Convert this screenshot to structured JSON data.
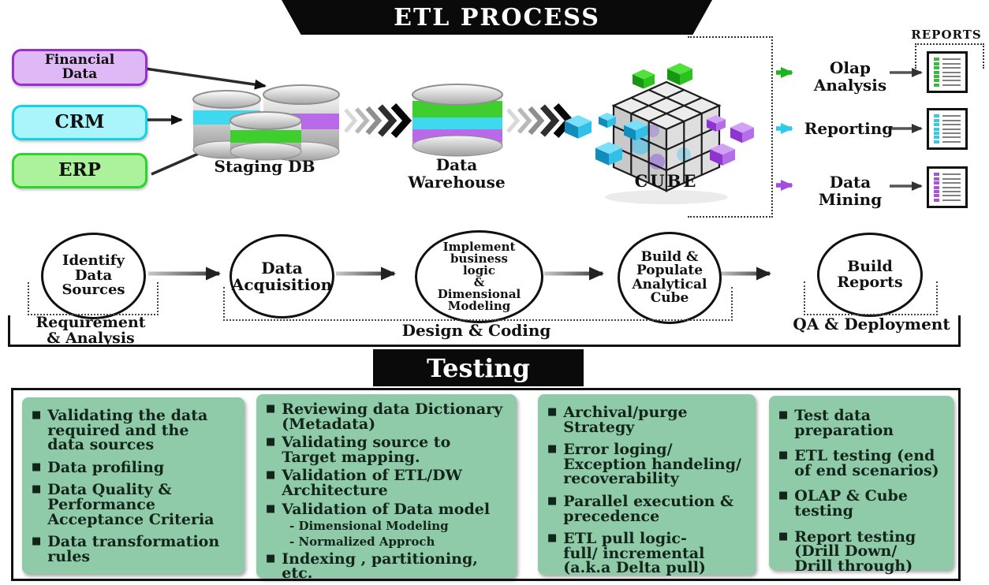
{
  "title": "ETL PROCESS",
  "sources": [
    {
      "label": "Financial\nData",
      "fill": "#dfb9f5",
      "border": "#9a2fd0"
    },
    {
      "label": "CRM",
      "fill": "#aaf4fb",
      "border": "#10d3e8"
    },
    {
      "label": "ERP",
      "fill": "#abf29b",
      "border": "#2bd52b"
    }
  ],
  "staging": {
    "label": "Staging DB"
  },
  "warehouse": {
    "label": "Data\nWarehouse"
  },
  "cube": {
    "label": "CUBE"
  },
  "outputs": [
    {
      "label": "Olap\nAnalysis",
      "color": "#1db51d"
    },
    {
      "label": "Reporting",
      "color": "#2fc9ea"
    },
    {
      "label": "Data\nMining",
      "color": "#a44ce0"
    }
  ],
  "reports": {
    "label": "REPORTS"
  },
  "phases": [
    {
      "label": "Identify\nData\nSources"
    },
    {
      "label": "Data\nAcquisition"
    },
    {
      "label": "Implement\nbusiness\nlogic\n&\nDimensional\nModeling"
    },
    {
      "label": "Build &\nPopulate\nAnalytical\nCube"
    },
    {
      "label": "Build\nReports"
    }
  ],
  "phase_groups": [
    {
      "label": "Requirement\n& Analysis"
    },
    {
      "label": "Design & Coding"
    },
    {
      "label": "QA & Deployment"
    }
  ],
  "testing": {
    "banner": "Testing",
    "boxes": [
      {
        "items": [
          "Validating the data\nrequired and the\ndata sources",
          "Data profiling",
          "Data Quality &\nPerformance\nAcceptance Criteria",
          "Data transformation\nrules"
        ]
      },
      {
        "items": [
          "Reviewing data Dictionary\n(Metadata)",
          "Validating source to\nTarget mapping.",
          "Validation of ETL/DW\nArchitecture",
          "Validation of Data model",
          "- Dimensional Modeling",
          "- Normalized Approch",
          "Indexing , partitioning,\netc."
        ]
      },
      {
        "items": [
          "Archival/purge\nStrategy",
          "Error loging/\nException handeling/\nrecoverability",
          "Parallel execution &\nprecedence",
          "ETL pull logic-\nfull/ incremental\n(a.k.a Delta pull)"
        ]
      },
      {
        "items": [
          "Test data\npreparation",
          "ETL testing (end\nof end scenarios)",
          "OLAP & Cube\ntesting",
          "Report testing\n(Drill Down/\nDrill through)"
        ]
      }
    ]
  },
  "icons": {
    "bullet": "■",
    "chevron": "❯"
  },
  "colors": {
    "stripe_cyan": "#3fd9ef",
    "stripe_purple": "#b86ae8",
    "stripe_green": "#3ecf2f",
    "testing_box": "#8fcaa9",
    "banner": "#0a0a0a"
  }
}
